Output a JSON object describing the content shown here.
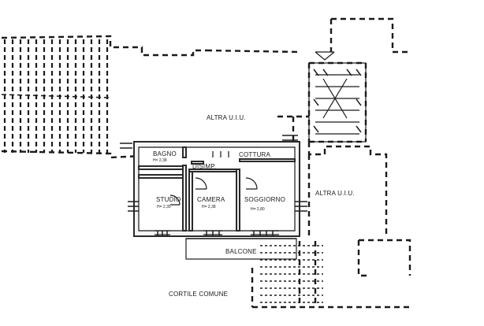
{
  "labels": {
    "altra_uiu_top": "ALTRA U.I.U.",
    "altra_uiu_right": "ALTRA U.I.U.",
    "bagno": "BAGNO",
    "bagno_h": "H= 2,38",
    "disimp": "DISIMP.",
    "cottura": "COTTURA",
    "studio": "STUDIO",
    "studio_h": "H= 2,35",
    "camera": "CAMERA",
    "camera_h": "H= 2,38",
    "soggiorno": "SOGGIORNO",
    "soggiorno_h": "H= 2,80",
    "balcone": "BALCONE",
    "cortile": "CORTILE COMUNE"
  }
}
